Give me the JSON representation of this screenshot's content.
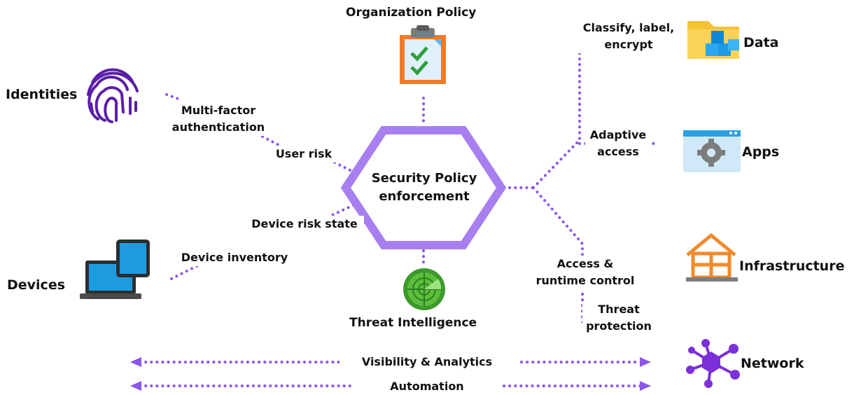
{
  "center": {
    "line1": "Security Policy",
    "line2": "enforcement"
  },
  "top": {
    "title": "Organization Policy"
  },
  "bottom": {
    "title": "Threat Intelligence"
  },
  "left": {
    "identities": "Identities",
    "devices": "Devices",
    "mfa_line1": "Multi-factor",
    "mfa_line2": "authentication",
    "user_risk": "User risk",
    "device_risk": "Device risk state",
    "device_inventory": "Device inventory"
  },
  "right": {
    "data": "Data",
    "apps": "Apps",
    "infrastructure": "Infrastructure",
    "network": "Network",
    "classify_line1": "Classify, label,",
    "classify_line2": "encrypt",
    "adaptive_line1": "Adaptive",
    "adaptive_line2": "access",
    "access_line1": "Access &",
    "access_line2": "runtime control",
    "threat_line1": "Threat",
    "threat_line2": "protection"
  },
  "footer": {
    "visibility": "Visibility & Analytics",
    "automation": "Automation"
  },
  "colors": {
    "hexagon": "#a87ff0",
    "dots": "#8a55e8",
    "fingerprint": "#5a1ea8",
    "device_blue": "#1e9be0",
    "folder": "#f7c236",
    "cube": "#2ba8f0",
    "radar": "#3c9a2c",
    "infra": "#f08a2c",
    "network": "#7b2fd8"
  }
}
